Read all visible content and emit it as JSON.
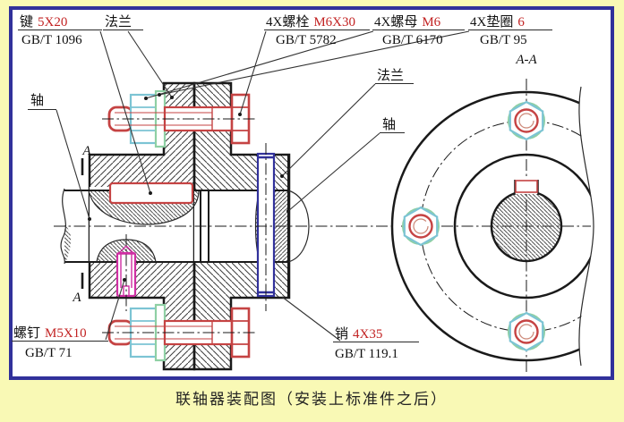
{
  "title_caption": "联轴器装配图（安装上标准件之后）",
  "section_view": {
    "title": "A-A",
    "cut_mark": "A"
  },
  "callouts": {
    "key": {
      "name": "键",
      "spec": "5X20",
      "std": "GB/T 1096"
    },
    "flange_top": {
      "name": "法兰"
    },
    "bolt": {
      "name": "4X螺栓",
      "spec": "M6X30",
      "std": "GB/T 5782"
    },
    "nut": {
      "name": "4X螺母",
      "spec": "M6",
      "std": "GB/T 6170"
    },
    "washer": {
      "name": "4X垫圈",
      "spec": "6",
      "std": "GB/T 95"
    },
    "shaft_left": {
      "name": "轴"
    },
    "flange_right": {
      "name": "法兰"
    },
    "shaft_right": {
      "name": "轴"
    },
    "screw": {
      "name": "螺钉",
      "spec": "M5X10",
      "std": "GB/T 71"
    },
    "pin": {
      "name": "销",
      "spec": "4X35",
      "std": "GB/T 119.1"
    }
  },
  "colors": {
    "background": "#f9f9b5",
    "border": "#31319b",
    "line": "#1a1a1a",
    "part_red": "#c54343",
    "part_cyan": "#7cc4d4",
    "part_green": "#8fd0a4",
    "part_magenta": "#cf2fa3",
    "pin_blue": "#31319b",
    "label_red": "#cc2222"
  }
}
